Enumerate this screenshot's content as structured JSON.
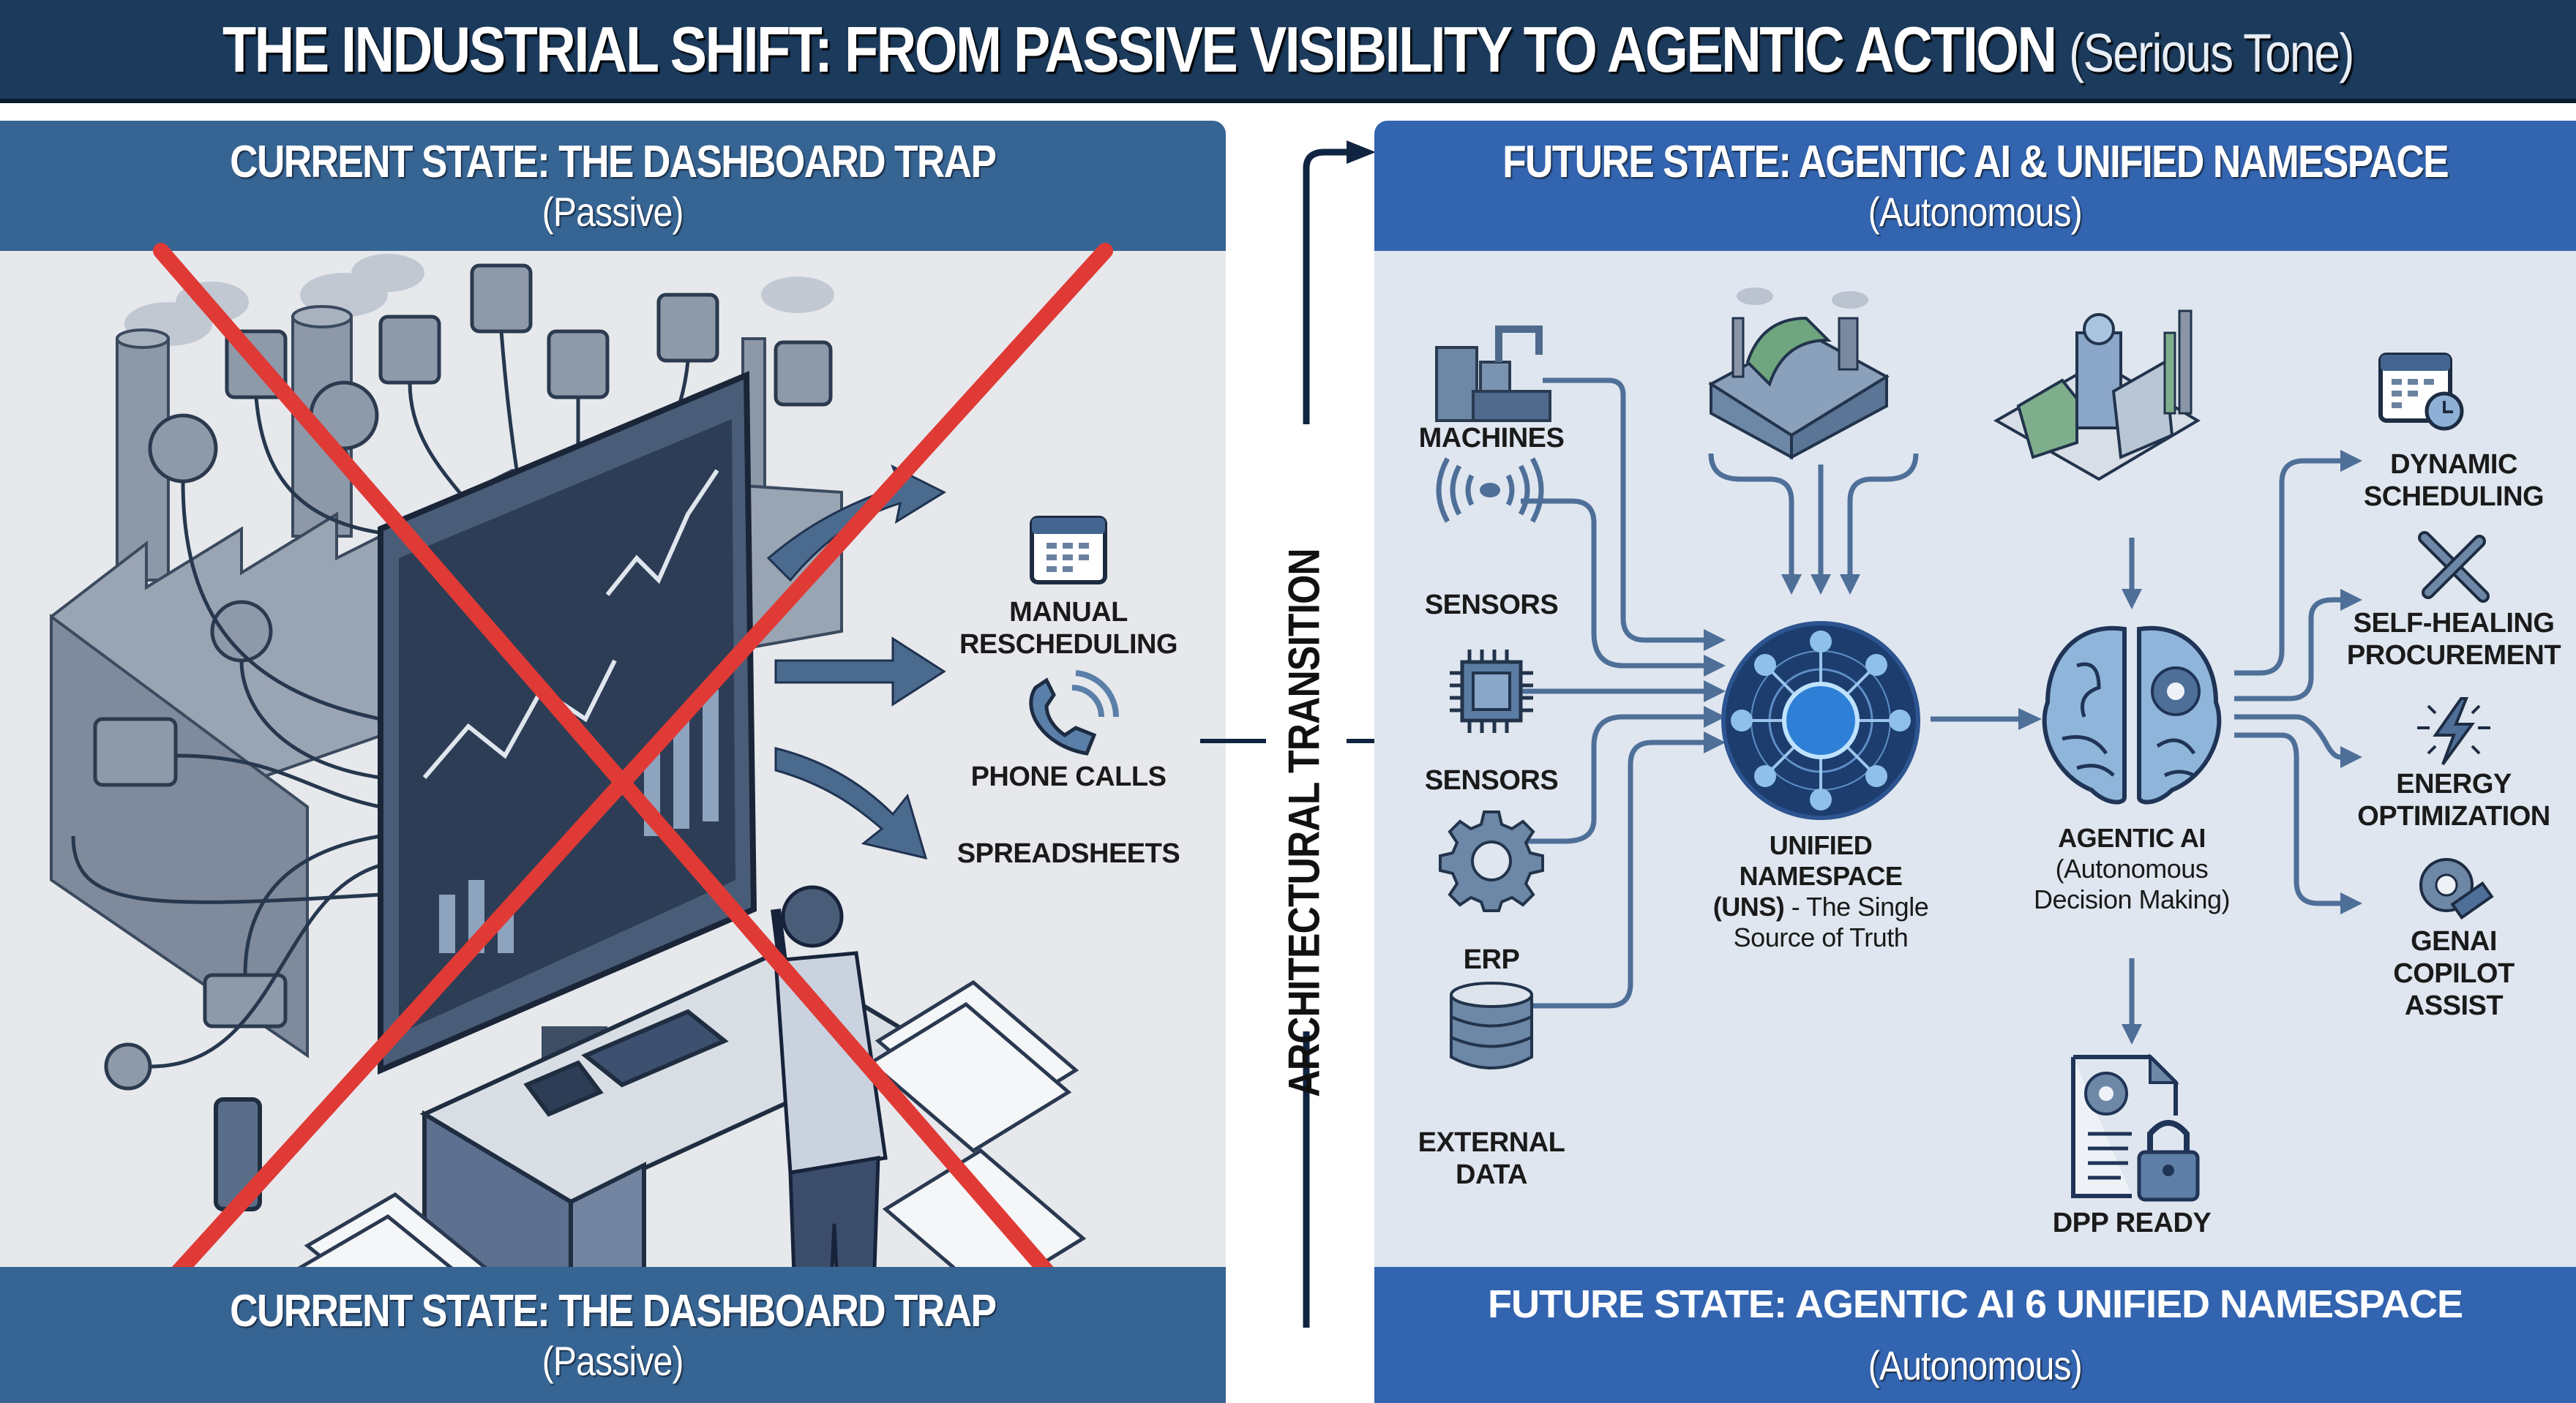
{
  "header": {
    "title": "THE INDUSTRIAL SHIFT: FROM PASSIVE VISIBILITY TO AGENTIC ACTION",
    "tone": "(Serious Tone)"
  },
  "colors": {
    "title_bg": "#1b3a5c",
    "left_header_bg": "#366594",
    "right_header_bg": "#3264b0",
    "left_panel_bg": "#e6e8ec",
    "right_panel_bg": "#dfe6ef",
    "cross_red": "#e03a36",
    "icon_blue": "#5a7fa8",
    "line_dark": "#0f2440"
  },
  "current_state": {
    "header_title": "CURRENT STATE: THE DASHBOARD TRAP",
    "header_subtitle": "(Passive)",
    "footer_title": "CURRENT STATE: THE DASHBOARD TRAP",
    "footer_subtitle": "(Passive)",
    "outputs": [
      {
        "label_line1": "MANUAL",
        "label_line2": "RESCHEDULING",
        "icon": "calendar-icon"
      },
      {
        "label_line1": "PHONE CALLS",
        "icon": "phone-icon"
      },
      {
        "label_line1": "SPREADSHEETS",
        "icon": "arrow-icon"
      }
    ]
  },
  "transition": {
    "label": "ARCHITECTURAL TRANSITION"
  },
  "future_state": {
    "header_title": "FUTURE STATE: AGENTIC AI & UNIFIED NAMESPACE",
    "header_subtitle": "(Autonomous)",
    "footer_title": "FUTURE STATE: AGENTIC AI 6 UNIFIED NAMESPACE",
    "footer_subtitle": "(Autonomous)",
    "inputs": [
      {
        "label_line1": "MACHINES",
        "icon": "machine-icon"
      },
      {
        "label_line1": "SENSORS",
        "icon": "wireless-sensor-icon"
      },
      {
        "label_line1": "SENSORS",
        "icon": "chip-icon"
      },
      {
        "label_line1": "ERP",
        "icon": "gear-icon"
      },
      {
        "label_line1": "EXTERNAL",
        "label_line2": "DATA",
        "icon": "database-icon"
      }
    ],
    "uns": {
      "line1": "UNIFIED",
      "line2": "NAMESPACE",
      "line3_bold": "(UNS)",
      "line3_rest": " - The Single",
      "line4": "Source of Truth"
    },
    "agentic_ai": {
      "line1": "AGENTIC AI",
      "line2": "(Autonomous",
      "line3": "Decision Making)"
    },
    "dpp": {
      "label": "DPP READY"
    },
    "outcomes": [
      {
        "label_line1": "DYNAMIC",
        "label_line2": "SCHEDULING",
        "icon": "calendar-clock-icon"
      },
      {
        "label_line1": "SELF-HEALING",
        "label_line2": "PROCUREMENT",
        "icon": "tools-icon"
      },
      {
        "label_line1": "ENERGY",
        "label_line2": "OPTIMIZATION",
        "icon": "lightning-icon"
      },
      {
        "label_line1": "GENAI",
        "label_line2": "COPILOT",
        "label_line3": "ASSIST",
        "icon": "gear-ruler-icon"
      }
    ]
  }
}
